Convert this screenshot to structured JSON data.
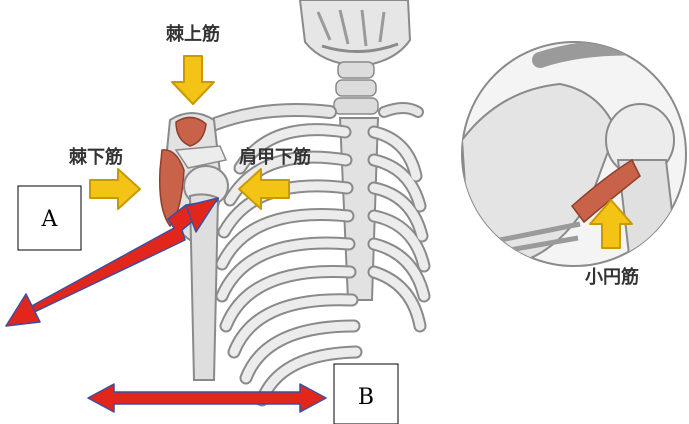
{
  "labels": {
    "supraspinatus": "棘上筋",
    "infraspinatus": "棘下筋",
    "subscapularis": "肩甲下筋",
    "teres_minor": "小円筋"
  },
  "boxes": {
    "a": "A",
    "b": "B"
  },
  "colors": {
    "bone": "#e6e6e6",
    "bone_shadow": "#bdbdbd",
    "bone_outline": "#8a8a8a",
    "muscle": "#c8634a",
    "pointer_arrow": "#e3261b",
    "muscle_arrow": "#f3c316",
    "muscle_arrow_stroke": "#c99a00"
  }
}
